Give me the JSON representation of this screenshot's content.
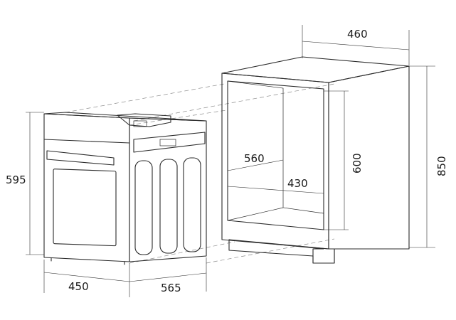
{
  "dimensions": {
    "oven_height": "595",
    "oven_width": "450",
    "oven_depth": "565",
    "cabinet_width": "460",
    "cabinet_height": "850",
    "cavity_height": "600",
    "cavity_depth": "560",
    "cavity_width": "430"
  },
  "colors": {
    "line": "#2b2b2b",
    "dash": "#8a8a8a",
    "text": "#1a1a1a"
  }
}
